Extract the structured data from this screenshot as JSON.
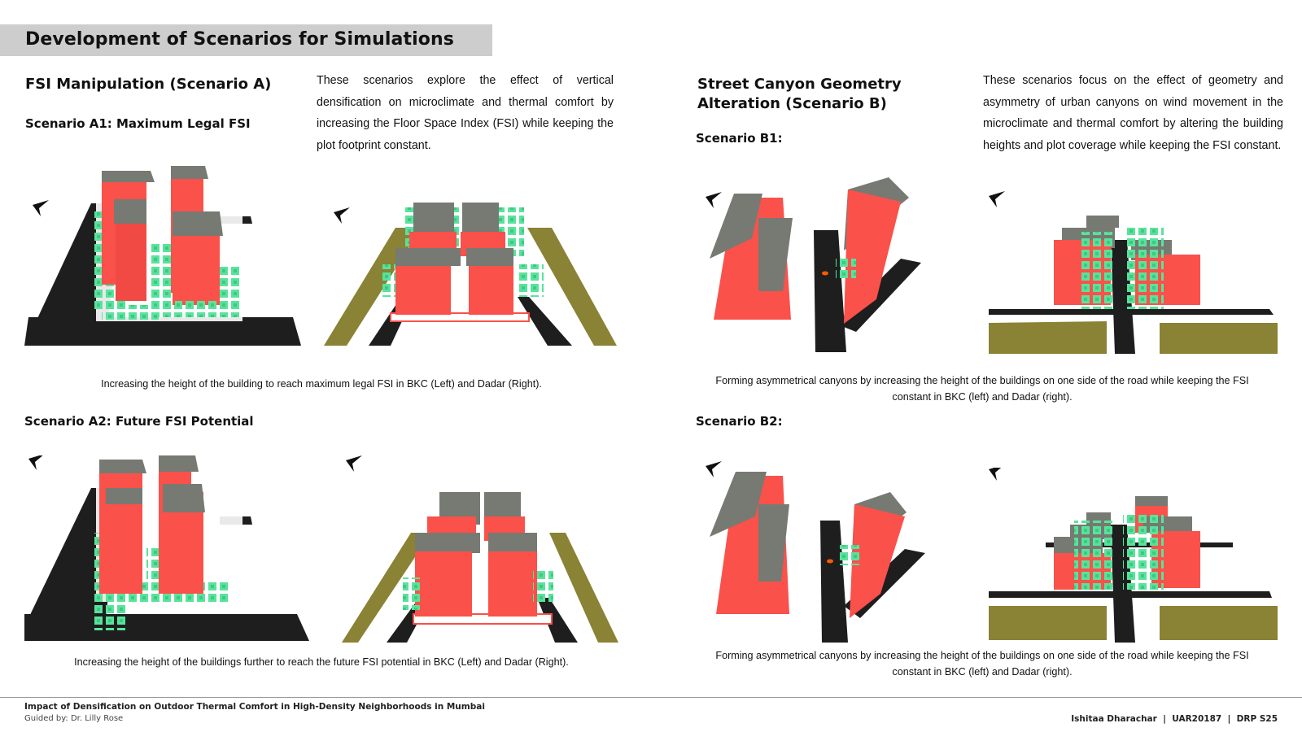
{
  "page_title": "Development of Scenarios for Simulations",
  "section_a": {
    "heading": "FSI Manipulation (Scenario A)",
    "description": "These scenarios explore the effect of vertical densification on microclimate and thermal comfort by increasing the Floor Space Index (FSI) while keeping the plot footprint constant.",
    "a1": {
      "heading": "Scenario A1: Maximum Legal FSI",
      "caption": "Increasing the height of the building to reach maximum legal FSI in BKC (Left) and Dadar (Right)."
    },
    "a2": {
      "heading": "Scenario A2: Future FSI Potential",
      "caption": "Increasing the height of the buildings further to reach the future FSI potential in BKC (Left) and Dadar (Right)."
    }
  },
  "section_b": {
    "heading": "Street Canyon Geometry Alteration (Scenario B)",
    "description": "These scenarios focus on the effect of geometry and asymmetry of urban canyons on wind movement in the microclimate and thermal comfort by altering the building heights and plot coverage while keeping the FSI constant.",
    "b1": {
      "heading": "Scenario B1:",
      "caption": "Forming asymmetrical canyons by increasing the height of the buildings on one side of the road while keeping the FSI constant in BKC (left) and Dadar (right)."
    },
    "b2": {
      "heading": "Scenario B2:",
      "caption": "Forming asymmetrical canyons by increasing the height of the buildings on one side of the road while keeping the FSI constant in BKC (left) and Dadar (right)."
    }
  },
  "footer": {
    "project_title": "Impact of Densification on Outdoor Thermal Comfort in High-Density Neighborhoods in Mumbai",
    "guide": "Guided by: Dr. Lilly Rose",
    "author": "Ishitaa Dharachar  |  UAR20187  |  DRP S25"
  },
  "colors": {
    "building": "#fa514b",
    "roof": "#767a72",
    "tree": "#58e39b",
    "road": "#1e1e1e",
    "ground": "#8a8234",
    "title_band": "#cdcdcd"
  }
}
